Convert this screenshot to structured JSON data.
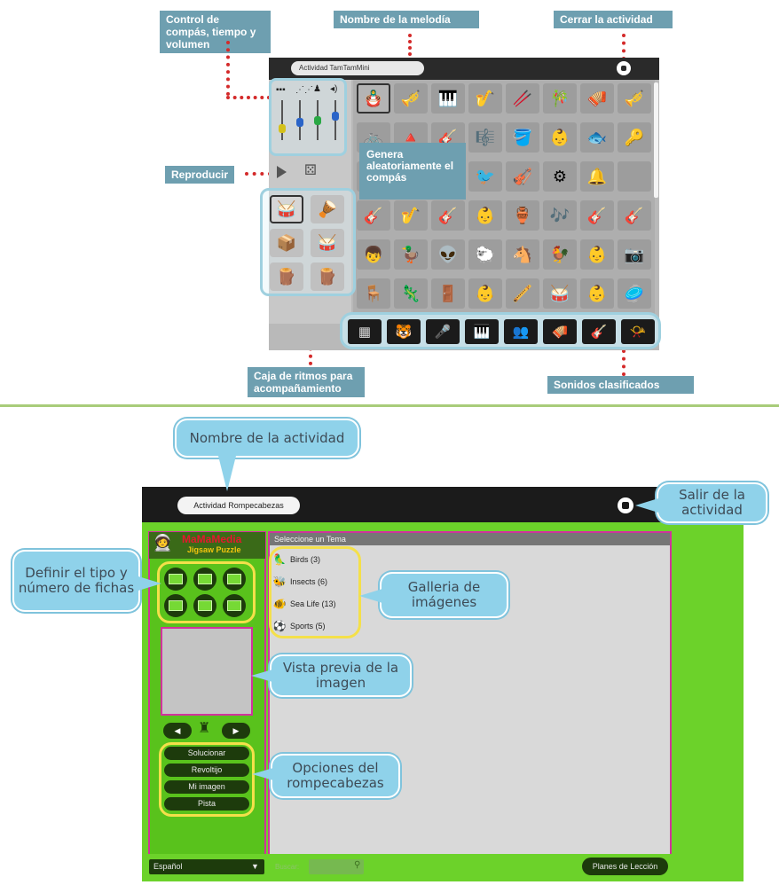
{
  "tamtam": {
    "labels": {
      "controls": "Control de compás, tiempo y volumen",
      "melody_name": "Nombre de la melodía",
      "close": "Cerrar la actividad",
      "play": "Reproducir",
      "random": "Genera aleatoriamente el compás",
      "rhythm_box": "Caja de ritmos para acompañamiento",
      "categories": "Sonidos clasificados"
    },
    "activity_name": "Actividad TamTamMini",
    "slider_colors": [
      "#d4c11a",
      "#2a64c8",
      "#2aa845",
      "#2a64c8"
    ],
    "slider_levels": [
      0.3,
      0.45,
      0.5,
      0.6
    ],
    "instrument_icons": [
      "🪆",
      "🎺",
      "🎹",
      "🎷",
      "🥢",
      "🎋",
      "🪗",
      "🎺",
      "🚲",
      "🔺",
      "🎸",
      "🎼",
      "🪣",
      "👶",
      "🐟",
      "🔑",
      "🎵",
      "🪕",
      "🎻",
      "🐦",
      "🎻",
      "⚙",
      "🔔",
      "",
      "🎸",
      "🎷",
      "🎸",
      "👶",
      "🏺",
      "🎶",
      "🎸",
      "🎸",
      "👦",
      "🦆",
      "👽",
      "🐑",
      "🐴",
      "🐓",
      "👶",
      "📷",
      "🪑",
      "🦎",
      "🚪",
      "👶",
      "🪈",
      "🥁",
      "👶",
      "🥏"
    ],
    "rhythm_icons": [
      "🥁",
      "🪘",
      "📦",
      "🥁",
      "🪵",
      "🪵"
    ],
    "category_icons": [
      "▦",
      "🐯",
      "🎤",
      "🎹",
      "👥",
      "🪗",
      "🎸",
      "📯"
    ]
  },
  "jigsaw": {
    "bubbles": {
      "activity_name": "Nombre de  la actividad",
      "exit": "Salir de la actividad",
      "pieces": "Definir el tipo y número de fichas",
      "gallery": "Galleria de imágenes",
      "preview": "Vista previa de la imagen",
      "options": "Opciones del rompecabezas"
    },
    "activity_name": "Actividad Rompecabezas",
    "logo_title": "MaMaMedia",
    "logo_subtitle": "Jigsaw Puzzle",
    "main_header": "Seleccione un Tema",
    "themes": [
      {
        "label": "Birds (3)",
        "icon": "🦜"
      },
      {
        "label": "Insects (6)",
        "icon": "🐝"
      },
      {
        "label": "Sea Life (13)",
        "icon": "🐠"
      },
      {
        "label": "Sports (5)",
        "icon": "⚽"
      }
    ],
    "shape_labels": [
      "",
      "",
      "",
      "",
      "",
      ""
    ],
    "nav_prev": "◀",
    "nav_next": "▶",
    "options": [
      "Solucionar",
      "Revoltijo",
      "Mi imagen",
      "Pista"
    ],
    "language": "Español",
    "search_label": "Buscar:",
    "lesson_plans": "Planes de Lección"
  }
}
